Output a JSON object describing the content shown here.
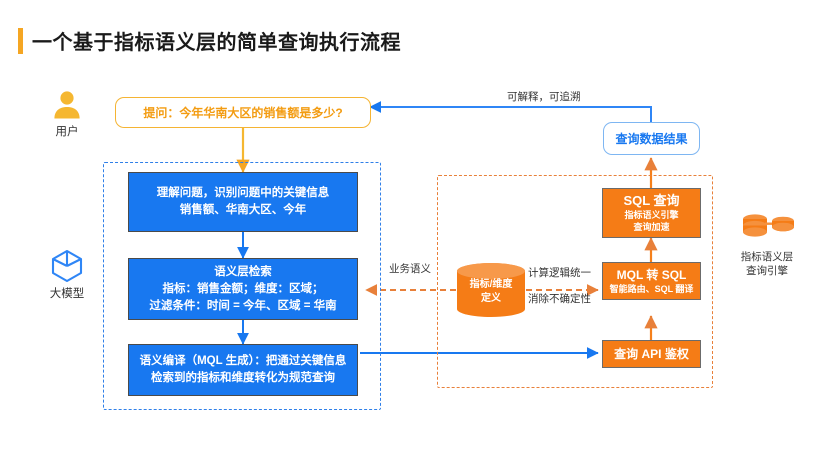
{
  "page": {
    "title": "一个基于指标语义层的简单查询执行流程",
    "accent_orange": "#f5a623",
    "accent_blue": "#1878f0"
  },
  "actors": {
    "user": {
      "label": "用户",
      "icon": "person-icon",
      "color": "#f5b731"
    },
    "model": {
      "label": "大模型",
      "icon": "cube-icon",
      "color": "#2f86f6"
    },
    "engine": {
      "label_line1": "指标语义层",
      "label_line2": "查询引擎",
      "icon": "database-stack-icon",
      "color": "#f57c16"
    }
  },
  "question_pill": {
    "text": "提问：今年华南大区的销售额是多少?",
    "border_color": "#f5b433",
    "text_color": "#f39c12"
  },
  "result_pill": {
    "text": "查询数据结果",
    "border_color": "#7eb6f2",
    "text_color": "#1878f0"
  },
  "llm_group": {
    "name": "大模型处理流程",
    "border_color": "#2f7fe8",
    "steps": [
      {
        "id": "understand",
        "lines": [
          "理解问题，识别问题中的关键信息",
          "销售额、华南大区、今年"
        ]
      },
      {
        "id": "retrieve",
        "lines": [
          "语义层检索",
          "指标：销售金额；维度：区域；",
          "过滤条件：时间 = 今年、区域 = 华南"
        ]
      },
      {
        "id": "compile",
        "lines": [
          "语义编译（MQL 生成）：把通过关键信息",
          "检索到的指标和维度转化为规范查询"
        ]
      }
    ]
  },
  "engine_group": {
    "name": "指标语义层查询引擎",
    "border_color": "#e8803a",
    "steps": [
      {
        "id": "sql-query",
        "title": "SQL 查询",
        "sub": [
          "指标语义引擎",
          "查询加速"
        ]
      },
      {
        "id": "mql-to-sql",
        "title": "MQL 转 SQL",
        "sub": [
          "智能路由、SQL 翻译"
        ]
      },
      {
        "id": "query-api-auth",
        "title": "查询 API 鉴权",
        "sub": []
      }
    ]
  },
  "semantic_store": {
    "line1": "指标/维度",
    "line2": "定义",
    "icon": "cylinder-icon",
    "color": "#f57c16"
  },
  "annotations": {
    "traceable": "可解释，可追溯",
    "business_semantics": "业务语义",
    "unified_logic": "计算逻辑统一",
    "remove_uncertainty": "消除不确定性"
  }
}
